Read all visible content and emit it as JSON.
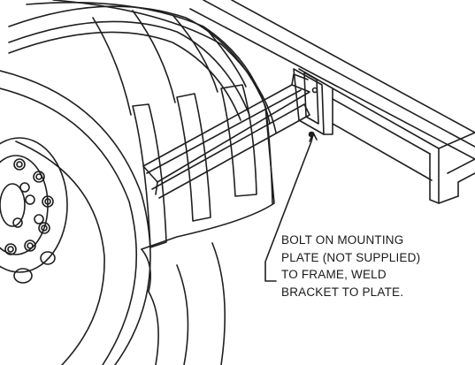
{
  "callout": {
    "lines": [
      "BOLT ON MOUNTING",
      "PLATE (NOT SUPPLIED)",
      "TO FRAME, WELD",
      "BRACKET TO PLATE."
    ]
  },
  "colors": {
    "line": "#1f1f1f",
    "background": "#ffffff"
  }
}
